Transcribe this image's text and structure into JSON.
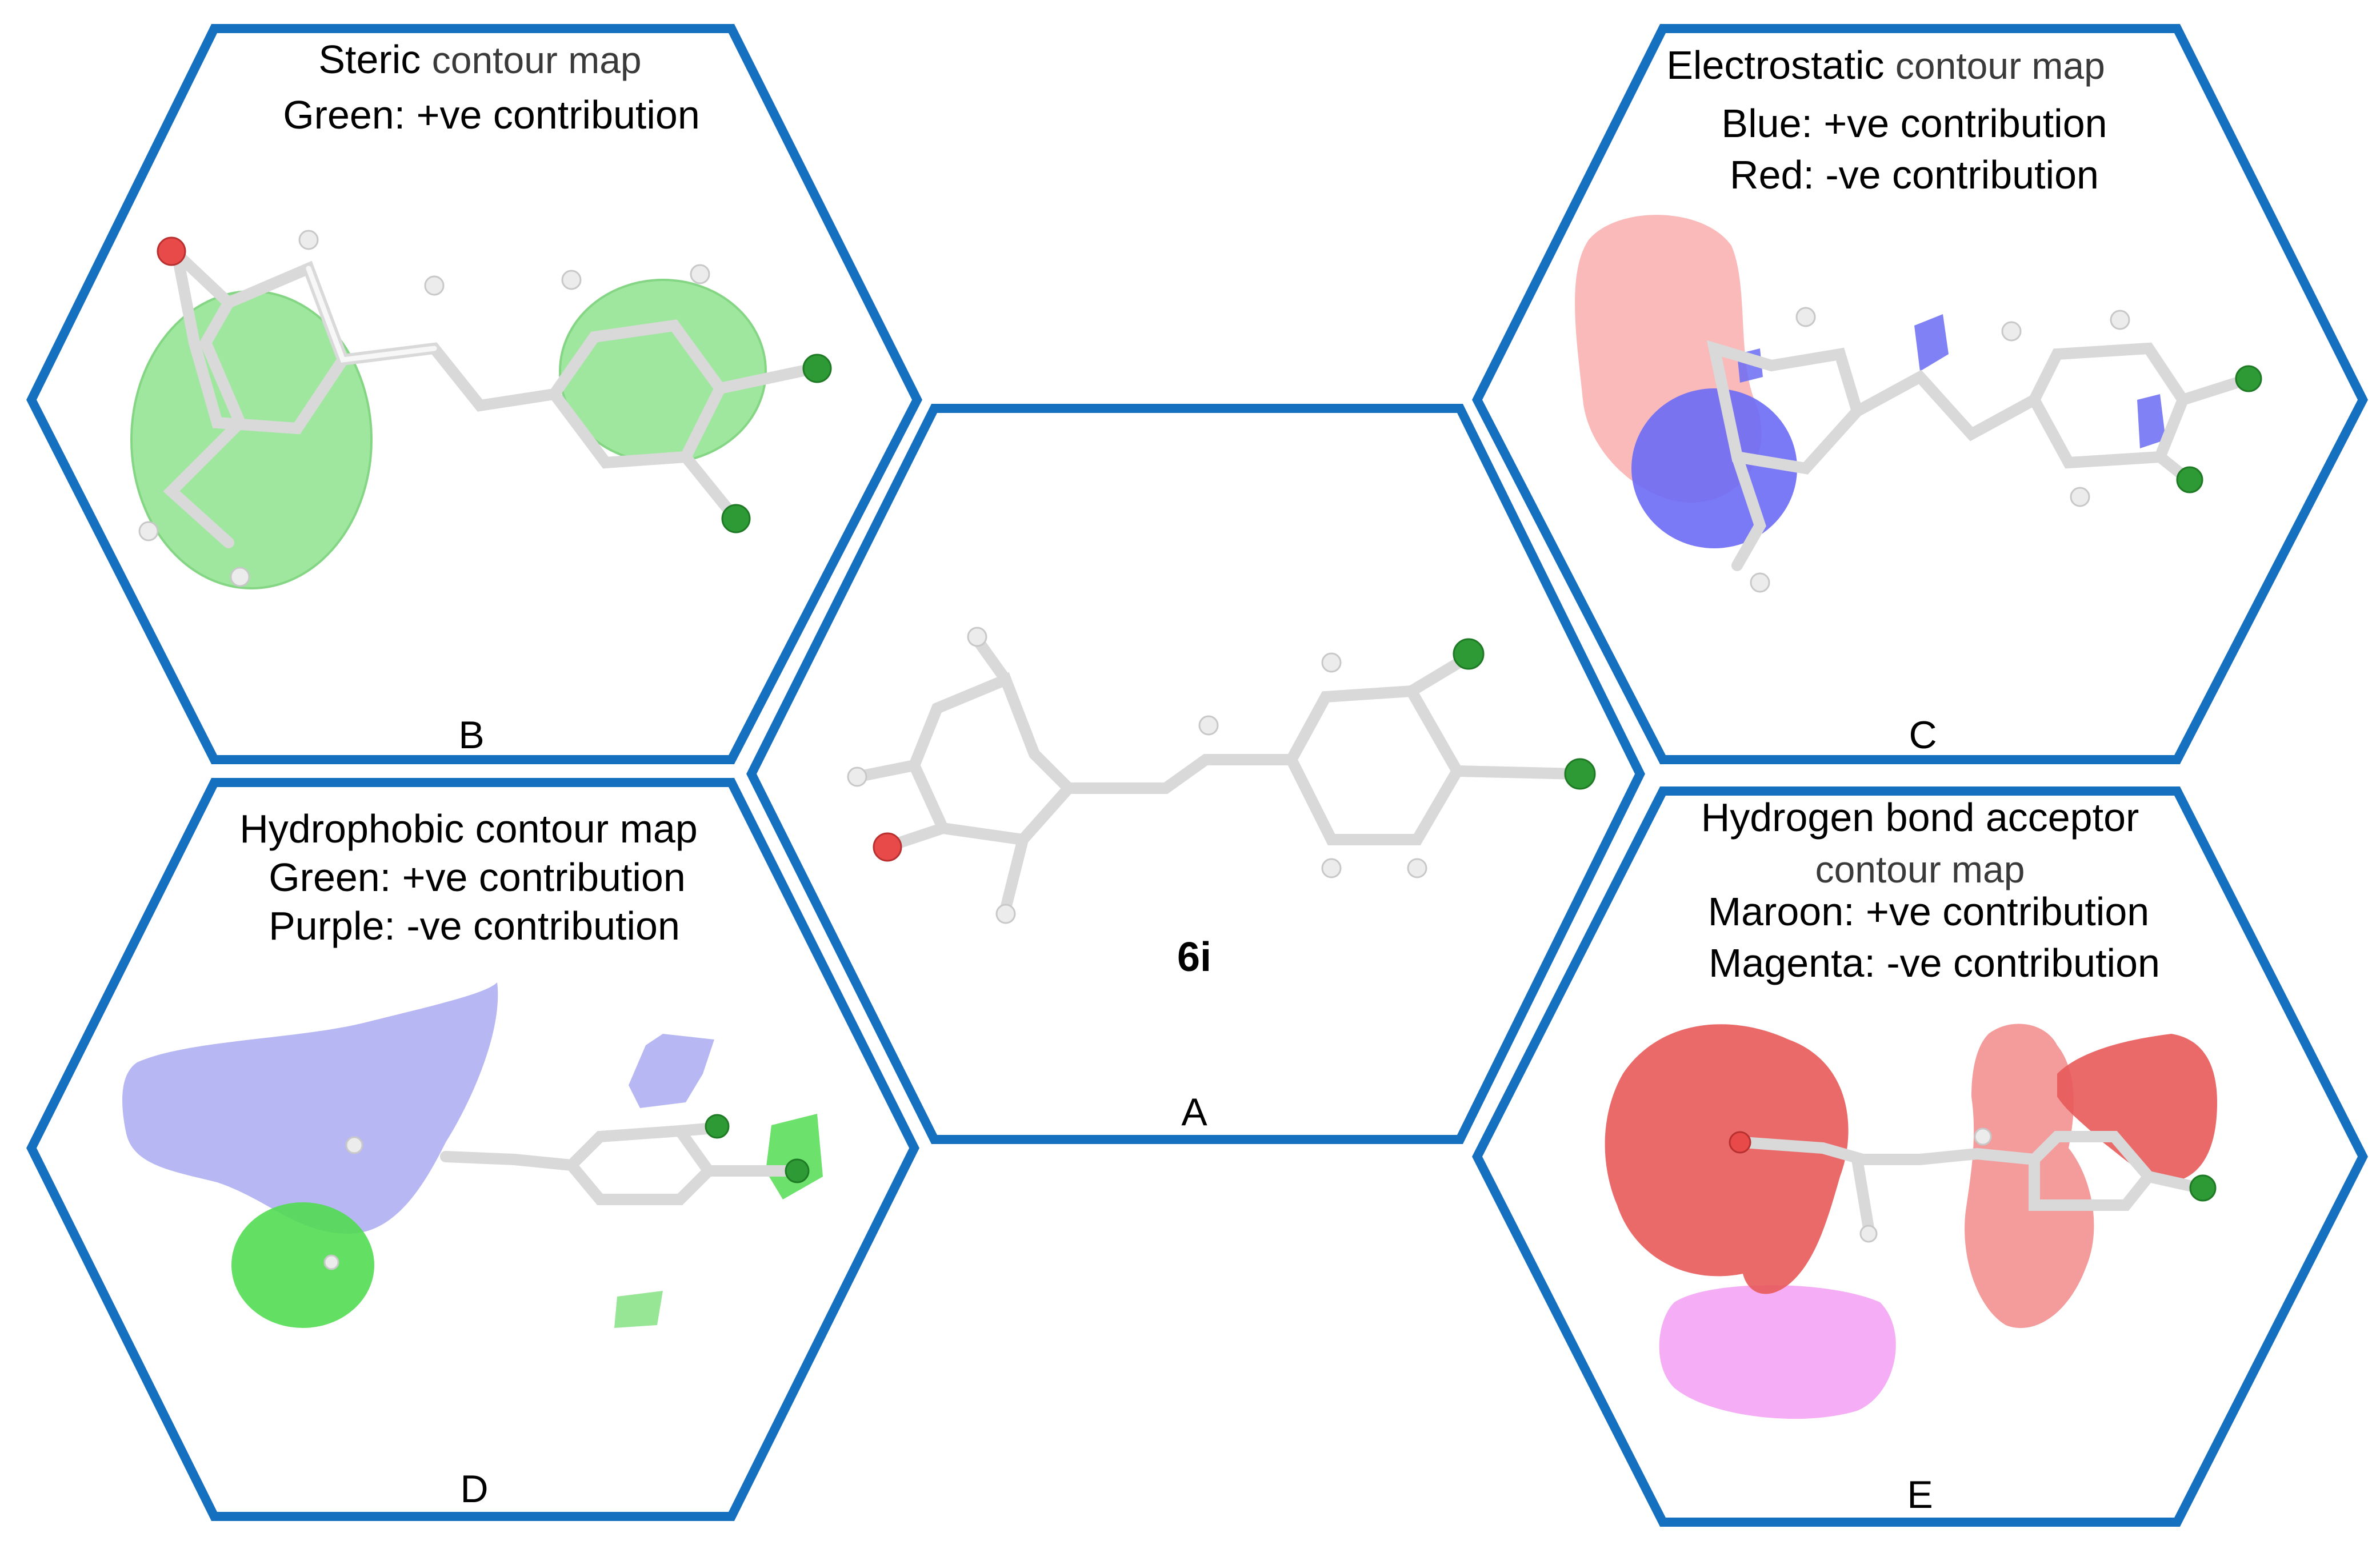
{
  "panels": {
    "A": {
      "letter": "A",
      "compound": "6i"
    },
    "B": {
      "letter": "B",
      "title_main": "Steric",
      "title_sub": "contour map",
      "line1": "Green: +ve contribution"
    },
    "C": {
      "letter": "C",
      "title_main": "Electrostatic",
      "title_sub": "contour map",
      "line1": "Blue: +ve contribution",
      "line2": "Red: -ve contribution"
    },
    "D": {
      "letter": "D",
      "title": "Hydrophobic contour map",
      "line1": "Green: +ve contribution",
      "line2": "Purple: -ve contribution"
    },
    "E": {
      "letter": "E",
      "title": "Hydrogen bond acceptor",
      "title_sub": "contour map",
      "line1": "Maroon: +ve contribution",
      "line2": "Magenta: -ve contribution"
    }
  },
  "colors": {
    "border": "#1570c0",
    "steric_positive": "#7fe07f",
    "electrostatic_positive": "#6b6bf5",
    "electrostatic_negative": "#f9a9a9",
    "hydrophobic_positive": "#52dc52",
    "hydrophobic_negative": "#aaaaf2",
    "hbond_acceptor_positive": "#e85a5a",
    "hbond_acceptor_negative": "#f3a0f3",
    "chlorine": "#2e9a35",
    "oxygen": "#e84a4a"
  }
}
